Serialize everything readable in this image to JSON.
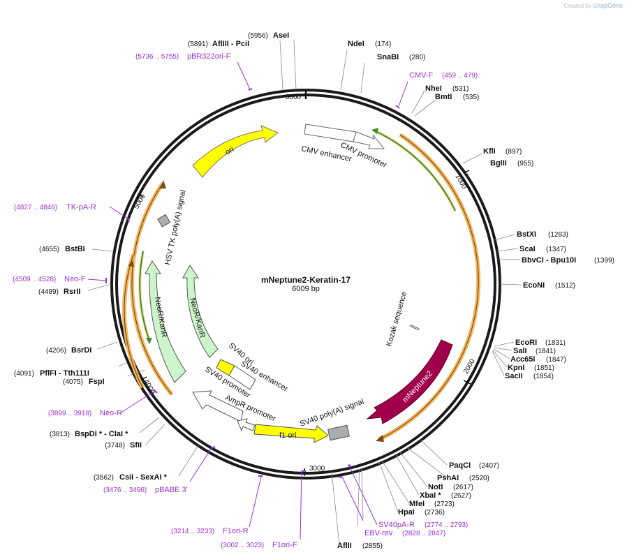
{
  "credit": {
    "prefix": "Created by",
    "brand": "SnapGene"
  },
  "plasmid": {
    "name": "mNeptune2-Keratin-17",
    "size_label": "6009 bp",
    "length": 6009
  },
  "ticks": [
    {
      "pos": 0,
      "label": "6000"
    },
    {
      "pos": 1000,
      "label": "1000"
    },
    {
      "pos": 2000,
      "label": "2000"
    },
    {
      "pos": 3000,
      "label": "3000"
    },
    {
      "pos": 4000,
      "label": "4000"
    },
    {
      "pos": 5000,
      "label": "5000"
    }
  ],
  "enzymes": [
    {
      "name": "AseI",
      "pos": "(5956)"
    },
    {
      "name": "AflIII - PciI",
      "pos": "(5891)"
    },
    {
      "name": "NdeI",
      "pos": "(174)"
    },
    {
      "name": "SnaBI",
      "pos": "(280)"
    },
    {
      "name": "NheI",
      "pos": "(531)"
    },
    {
      "name": "BmtI",
      "pos": "(535)"
    },
    {
      "name": "KflI",
      "pos": "(897)"
    },
    {
      "name": "BglII",
      "pos": "(955)"
    },
    {
      "name": "BstXI",
      "pos": "(1283)"
    },
    {
      "name": "ScaI",
      "pos": "(1347)"
    },
    {
      "name": "BbvCI - Bpu10I",
      "pos": "(1399)"
    },
    {
      "name": "EcoNI",
      "pos": "(1512)"
    },
    {
      "name": "EcoRI",
      "pos": "(1831)"
    },
    {
      "name": "SalI",
      "pos": "(1841)"
    },
    {
      "name": "Acc65I",
      "pos": "(1847)"
    },
    {
      "name": "KpnI",
      "pos": "(1851)"
    },
    {
      "name": "SacII",
      "pos": "(1854)"
    },
    {
      "name": "PaqCI",
      "pos": "(2407)"
    },
    {
      "name": "PshAI",
      "pos": "(2520)"
    },
    {
      "name": "NotI",
      "pos": "(2617)"
    },
    {
      "name": "XbaI *",
      "pos": "(2627)"
    },
    {
      "name": "MfeI",
      "pos": "(2723)"
    },
    {
      "name": "HpaI",
      "pos": "(2736)"
    },
    {
      "name": "AflII",
      "pos": "(2855)"
    },
    {
      "name": "CsiI - SexAI *",
      "pos": "(3562)"
    },
    {
      "name": "SfiI",
      "pos": "(3748)"
    },
    {
      "name": "BspDI * - ClaI *",
      "pos": "(3813)"
    },
    {
      "name": "PflFI - Tth111I",
      "pos": "(4091)"
    },
    {
      "name": "FspI",
      "pos": "(4075)"
    },
    {
      "name": "BsrDI",
      "pos": "(4206)"
    },
    {
      "name": "RsrII",
      "pos": "(4489)"
    },
    {
      "name": "BstBI",
      "pos": "(4655)"
    }
  ],
  "primers": [
    {
      "name": "pBR322ori-F",
      "range": "(5736 .. 5755)"
    },
    {
      "name": "CMV-F",
      "range": "(459 .. 479)"
    },
    {
      "name": "TK-pA-R",
      "range": "(4827 .. 4846)"
    },
    {
      "name": "Neo-F",
      "range": "(4509 .. 4528)"
    },
    {
      "name": "Neo-R",
      "range": "(3899 .. 3918)"
    },
    {
      "name": "pBABE 3'",
      "range": "(3476 .. 3496)"
    },
    {
      "name": "F1ori-R",
      "range": "(3214 .. 3233)"
    },
    {
      "name": "F1ori-F",
      "range": "(3002 .. 3023)"
    },
    {
      "name": "EBV-rev",
      "range": "(2828 .. 2847)"
    },
    {
      "name": "SV40pA-R",
      "range": "(2774 .. 2793)"
    }
  ],
  "features": [
    {
      "name": "CMV enhancer"
    },
    {
      "name": "CMV promoter"
    },
    {
      "name": "ori"
    },
    {
      "name": "HSV TK poly(A) signal"
    },
    {
      "name": "NeoR/KanR"
    },
    {
      "name": "SV40 ori"
    },
    {
      "name": "SV40 enhancer"
    },
    {
      "name": "SV40 promoter"
    },
    {
      "name": "AmpR promoter"
    },
    {
      "name": "f1 ori"
    },
    {
      "name": "SV40 poly(A) signal"
    },
    {
      "name": "mNeptune2"
    },
    {
      "name": "Kozak sequence"
    }
  ],
  "colors": {
    "backbone": "#1a1a1a",
    "orf_orange": "#f4b860",
    "orf_line": "#7a4a10",
    "green_orf": "#56a83a",
    "ori_yellow": "#ffff00",
    "neo_green": "#ccf5cc",
    "mneptune": "#a0004a",
    "primer": "#9b30d9",
    "grey_box": "#a9adb1"
  }
}
